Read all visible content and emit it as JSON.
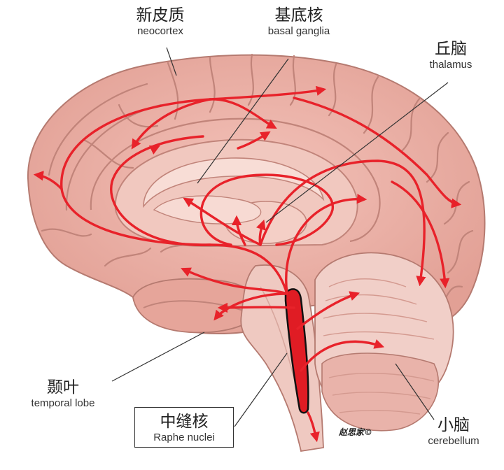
{
  "labels": {
    "neocortex": {
      "zh": "新皮质",
      "en": "neocortex"
    },
    "basal_ganglia": {
      "zh": "基底核",
      "en": "basal ganglia"
    },
    "thalamus": {
      "zh": "丘脑",
      "en": "thalamus"
    },
    "temporal_lobe": {
      "zh": "颞叶",
      "en": "temporal lobe"
    },
    "raphe_nuclei": {
      "zh": "中缝核",
      "en": "Raphe nuclei"
    },
    "cerebellum": {
      "zh": "小脑",
      "en": "cerebellum"
    }
  },
  "signature": "赵思家©",
  "colors": {
    "cortex": "#e9aaa0",
    "sulcus": "#c98a80",
    "arrow": "#e8222a",
    "raphe_fill": "#e01c24",
    "cerebellum": "#f1cfc8",
    "brainstem": "#efc9c1"
  }
}
